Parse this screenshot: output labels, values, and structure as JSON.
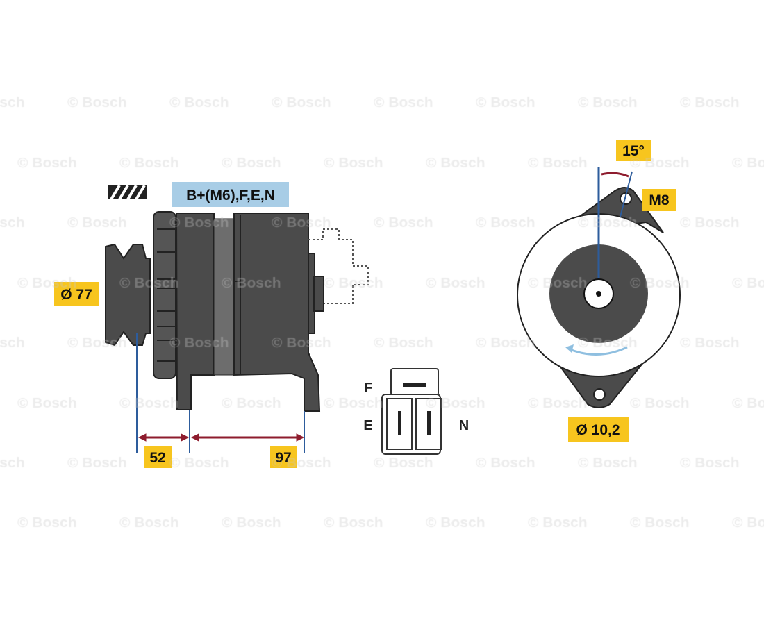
{
  "watermark": "© Bosch",
  "labels": {
    "terminals": "B+(M6),F,E,N",
    "pulley_diameter": "Ø 77",
    "dim_front": "52",
    "dim_rear": "97",
    "angle": "15°",
    "thread": "M8",
    "hole_diameter": "Ø 10,2"
  },
  "connector": {
    "pin_f": "F",
    "pin_e": "E",
    "pin_n": "N"
  },
  "colors": {
    "highlight": "#f7c51e",
    "terminal_box": "#a8cde6",
    "body": "#4b4b4b",
    "dimension": "#8e1c2e",
    "guide": "#2d5c9c"
  }
}
